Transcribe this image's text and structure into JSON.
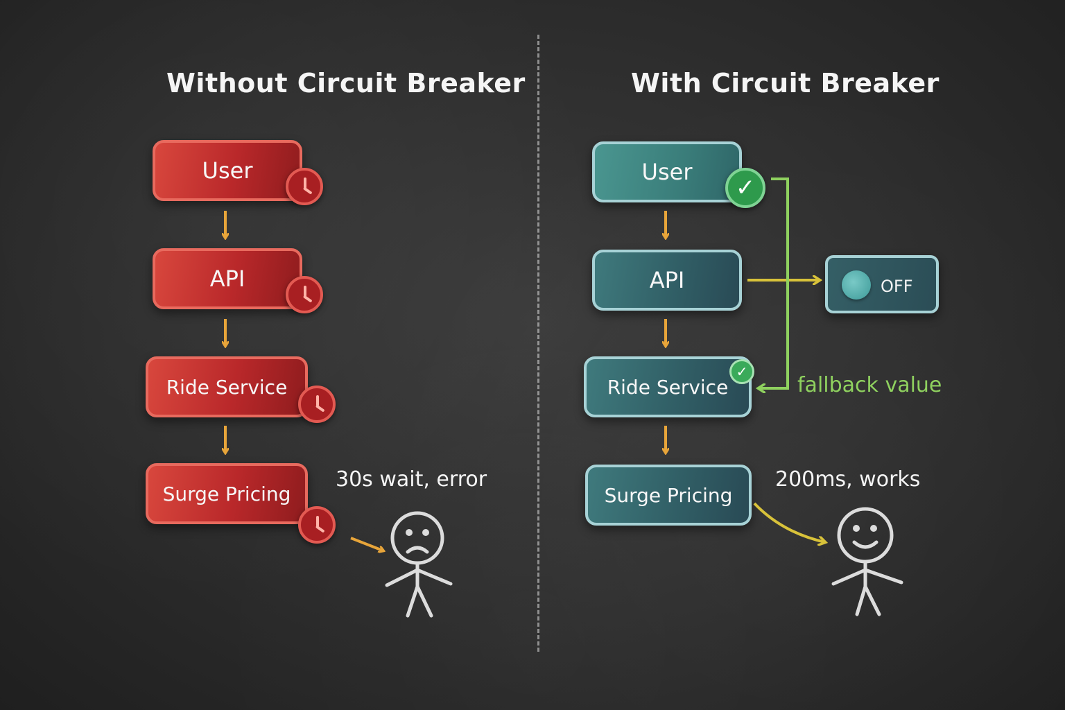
{
  "left_panel": {
    "title": "Without Circuit Breaker",
    "boxes": [
      "User",
      "API",
      "Ride Service",
      "Surge Pricing"
    ],
    "result_note": "30s wait, error"
  },
  "right_panel": {
    "title": "With Circuit Breaker",
    "boxes": [
      "User",
      "API",
      "Ride Service",
      "Surge Pricing"
    ],
    "switch_label": "OFF",
    "fallback_label": "fallback value",
    "result_note": "200ms, works"
  },
  "colors": {
    "background": "#2c2c2c",
    "failure_red": "#c0302d",
    "success_teal": "#3a6f74",
    "arrow_orange": "#e8a53a",
    "fallback_green": "#8fd15f",
    "api_arrow_yellow": "#d8c23a"
  },
  "icons": {
    "failure": "clock-icon",
    "success": "check-icon",
    "breaker": "toggle-switch-icon",
    "sad_user": "sad-stick-figure-icon",
    "happy_user": "happy-stick-figure-icon"
  }
}
